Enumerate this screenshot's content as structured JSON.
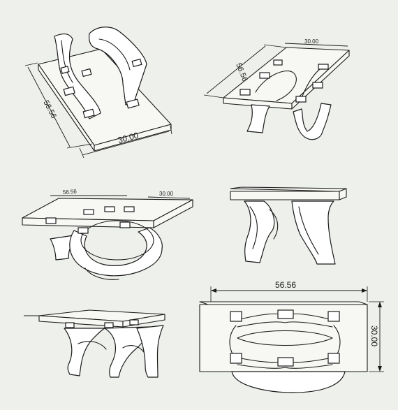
{
  "views": [
    {
      "name": "view-1",
      "dims": {
        "length": "56.56",
        "width": "30.00"
      }
    },
    {
      "name": "view-2",
      "dims": {
        "length": "56.56",
        "width": "30.00"
      }
    },
    {
      "name": "view-3",
      "dims": {
        "length": "56.56",
        "width": "30.00"
      }
    },
    {
      "name": "view-4",
      "dims": {}
    },
    {
      "name": "view-5",
      "dims": {}
    },
    {
      "name": "view-6",
      "dims": {
        "length": "56.56",
        "width": "30.00"
      }
    }
  ]
}
